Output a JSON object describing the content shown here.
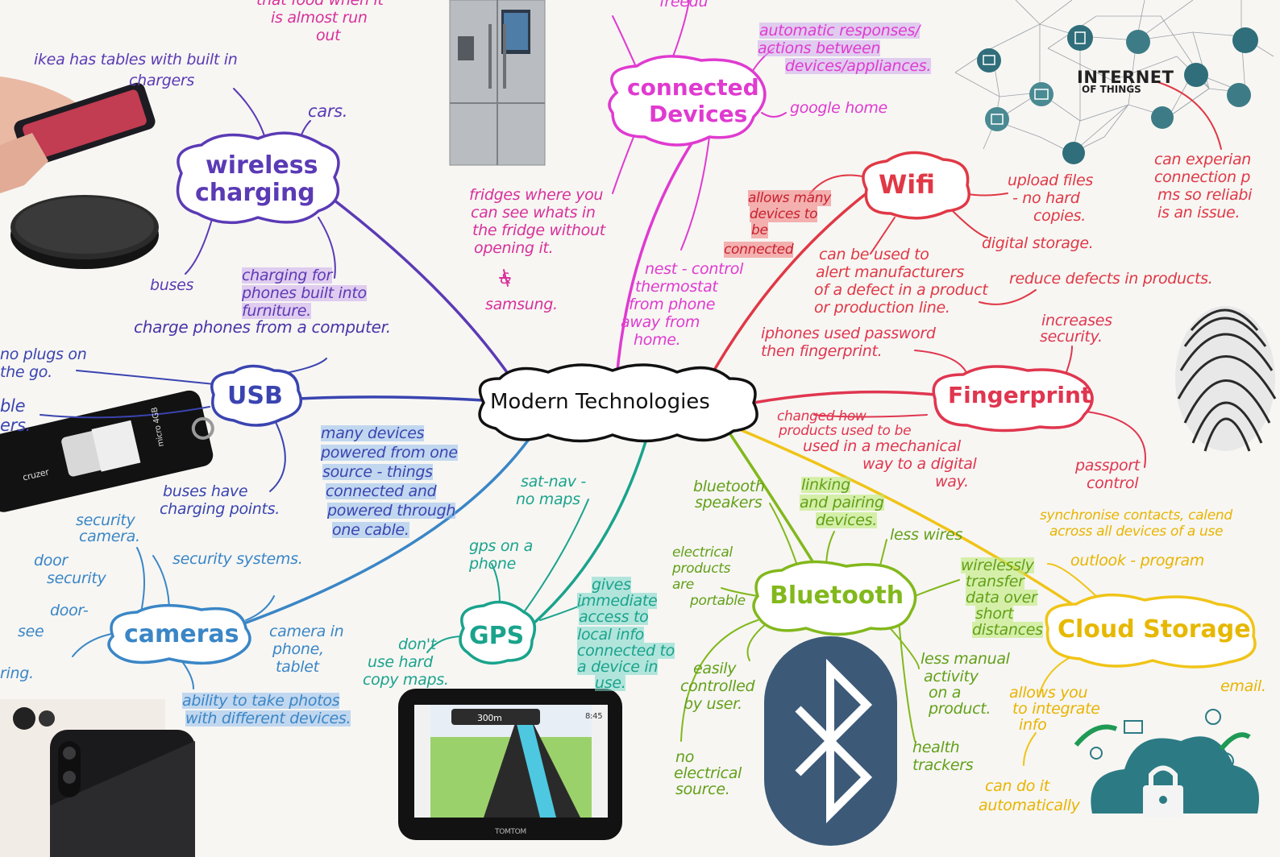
{
  "central": "Modern Technologies",
  "colors": {
    "wireless": "#5b3ab5",
    "usb": "#3a44b0",
    "cameras": "#3a86c6",
    "gps": "#1aa38c",
    "bluetooth": "#82b81c",
    "cloud": "#f0c418",
    "fingerprint": "#e0364f",
    "wifi": "#e03845",
    "connected": "#e03ad0",
    "fridge_note": "#d8309a"
  },
  "branches": {
    "wireless": {
      "title_line1": "wireless",
      "title_line2": "charging",
      "notes": {
        "furniture": "ikea has tables with built in",
        "chargers": "chargers",
        "cars": "cars.",
        "buses": "buses",
        "phones1": "charging for",
        "phones2": "phones built into",
        "phones3": "furniture.",
        "computer": "charge phones from a computer."
      }
    },
    "usb": {
      "title": "USB",
      "notes": {
        "plugs1": "no plugs on",
        "plugs2": "the go.",
        "ble1": "ble",
        "ble2": "ers.",
        "points1": "buses have",
        "points2": "charging points.",
        "many1": "many devices",
        "many2": "powered from one",
        "many3": "source - things",
        "many4": "connected and",
        "many5": "powered through",
        "many6": "one cable."
      }
    },
    "cameras": {
      "title": "cameras",
      "notes": {
        "sec_cam1": "security",
        "sec_cam2": "camera.",
        "systems": "security systems.",
        "door1": "door",
        "door2": "security",
        "left1": "door-",
        "left2": "see",
        "left3": "ring.",
        "phone1": "camera in",
        "phone2": "phone,",
        "phone3": "tablet",
        "ability1": "ability to take photos",
        "ability2": "with different devices."
      }
    },
    "gps": {
      "title": "GPS",
      "notes": {
        "satnav1": "sat-nav -",
        "satnav2": "no maps",
        "onphone1": "gps on a",
        "onphone2": "phone",
        "dont1": "don't",
        "dont2": "use hard",
        "dont3": "copy maps.",
        "gives1": "gives",
        "gives2": "immediate",
        "gives3": "access to",
        "gives4": "local info",
        "gives5": "connected to",
        "gives6": "a device in",
        "gives7": "use."
      }
    },
    "bluetooth": {
      "title": "Bluetooth",
      "notes": {
        "speakers1": "bluetooth",
        "speakers2": "speakers",
        "linking1": "linking",
        "linking2": "and pairing",
        "linking3": "devices.",
        "wires": "less wires",
        "portable1": "electrical",
        "portable2": "products",
        "portable3": "are",
        "portable4": "portable",
        "wirelessly1": "wirelessly",
        "wirelessly2": "transfer",
        "wirelessly3": "data over",
        "wirelessly4": "short",
        "wirelessly5": "distances",
        "easily1": "easily",
        "easily2": "controlled",
        "easily3": "by user.",
        "manual1": "less manual",
        "manual2": "activity",
        "manual3": "on a",
        "manual4": "product.",
        "source1": "no",
        "source2": "electrical",
        "source3": "source.",
        "health1": "health",
        "health2": "trackers"
      }
    },
    "cloud": {
      "title": "Cloud Storage",
      "notes": {
        "sync1": "synchronise contacts, calend",
        "sync2": "across all devices of a use",
        "outlook": "outlook - program",
        "email": "email.",
        "allows1": "allows you",
        "allows2": "to integrate",
        "allows3": "info",
        "auto1": "can do it",
        "auto2": "automatically"
      }
    },
    "fingerprint": {
      "title": "Fingerprint",
      "notes": {
        "iphones1": "iphones used password",
        "iphones2": "then fingerprint.",
        "security1": "increases",
        "security2": "security.",
        "changed1": "changed how",
        "changed2": "products used to be",
        "changed3": "used in a mechanical",
        "changed4": "way to a digital",
        "changed5": "way.",
        "passport1": "passport",
        "passport2": "control"
      }
    },
    "wifi": {
      "title": "Wifi",
      "notes": {
        "many1": "allows many",
        "many2": "devices to",
        "many3": "be",
        "many4": "connected",
        "upload1": "upload files",
        "upload2": "- no hard",
        "upload3": "copies.",
        "storage": "digital storage.",
        "alert1": "can be used to",
        "alert2": "alert manufacturers",
        "alert3": "of a defect in a product",
        "alert4": "or production line.",
        "reduce": "reduce defects in products.",
        "exp1": "can experian",
        "exp2": "connection p",
        "exp3": "ms so reliabi",
        "exp4": "is an issue."
      }
    },
    "connected": {
      "title_line1": "connected",
      "title_line2": "Devices",
      "notes": {
        "auto1": "automatic responses/",
        "auto2": "actions between",
        "auto3": "devices/appliances.",
        "google": "google home",
        "nest1": "nest - control",
        "nest2": "thermostat",
        "nest3": "from phone",
        "nest4": "away from",
        "nest5": "home.",
        "fridge1": "fridges where you",
        "fridge2": "can see whats in",
        "fridge3": "the fridge without",
        "fridge4": "opening it.",
        "amp": "&",
        "samsung": "samsung.",
        "top1": "that food when it",
        "top2": "is almost run",
        "top3": "out",
        "top4": "freedu"
      }
    }
  },
  "images": {
    "usb_stick_label": "cruzer",
    "usb_stick_size": "micro 4GB",
    "iot_line1": "INTERNET",
    "iot_line2": "OF THINGS",
    "satnav_brand": "TOMTOM",
    "satnav_speed": "300m",
    "satnav_time": "8:45"
  }
}
